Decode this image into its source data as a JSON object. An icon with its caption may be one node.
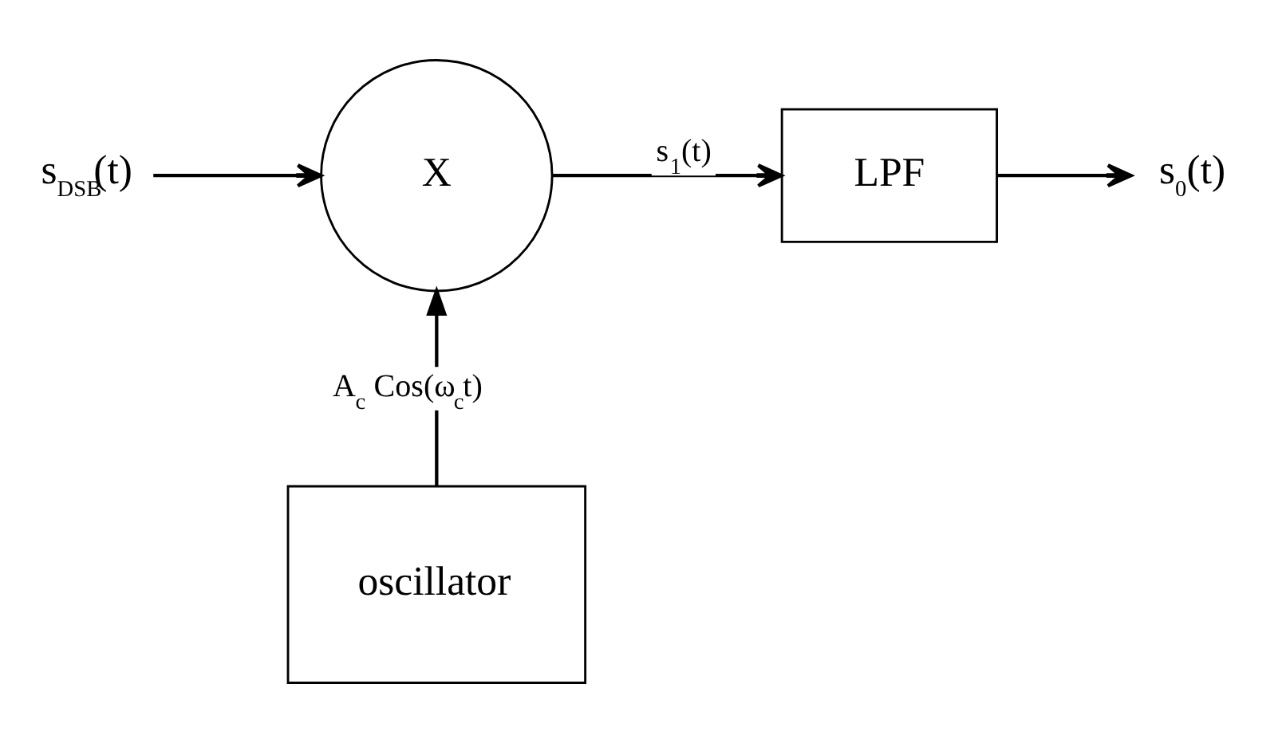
{
  "diagram": {
    "nodes": [
      {
        "text": [
          "s$_{DSB}$(t)"
        ]
      },
      {
        "text": [
          "X"
        ]
      },
      {
        "text": [
          "LPF"
        ]
      },
      {
        "text": [
          "s$_{0}$(t)"
        ]
      },
      {
        "text": [
          "oscillator"
        ]
      }
    ],
    "edges": [
      {
        "from": 0,
        "to": 1,
        "arrow": "to"
      },
      {
        "from": 1,
        "to": 2,
        "arrow": "to",
        "label": "s$_{1}$(t)"
      },
      {
        "from": 2,
        "to": 3,
        "arrow": "to"
      },
      {
        "from": 4,
        "to": 1,
        "arrow": "to",
        "label": "A$_{c}$ Cos(ω$_{c}$t)"
      }
    ]
  }
}
